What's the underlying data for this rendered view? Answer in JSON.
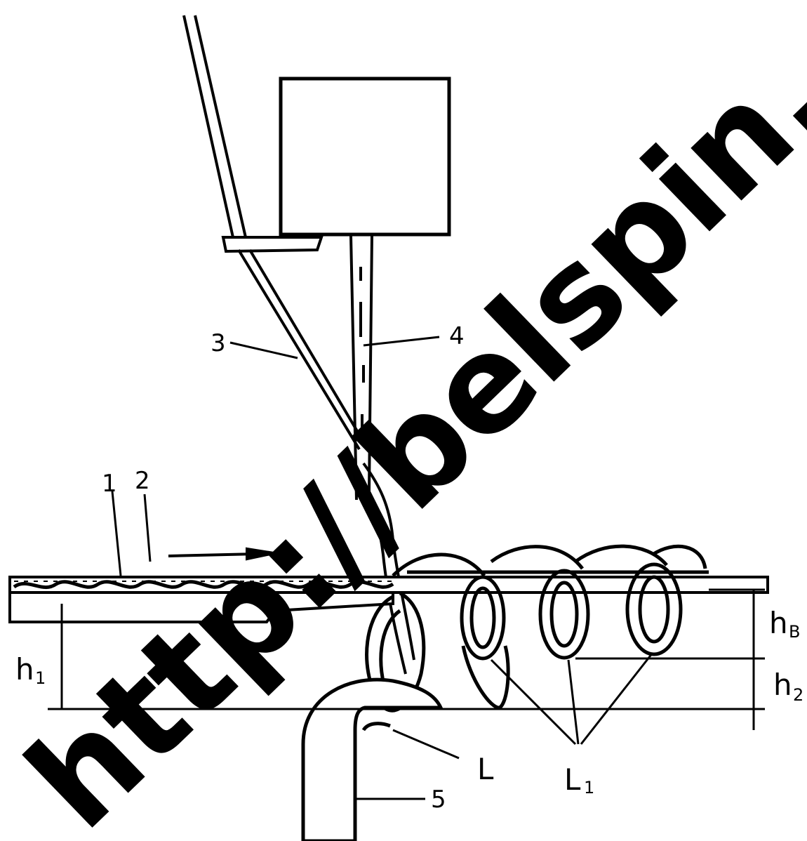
{
  "labels": {
    "l1": "1",
    "l2": "2",
    "l3": "3",
    "l4": "4",
    "l5": "5",
    "L": "L",
    "L1_main": "L",
    "L1_sub": "1",
    "h1_main": "h",
    "h1_sub": "1",
    "hB_main": "h",
    "hB_sub": "B",
    "h2_main": "h",
    "h2_sub": "2"
  },
  "watermark": "http://belspin."
}
